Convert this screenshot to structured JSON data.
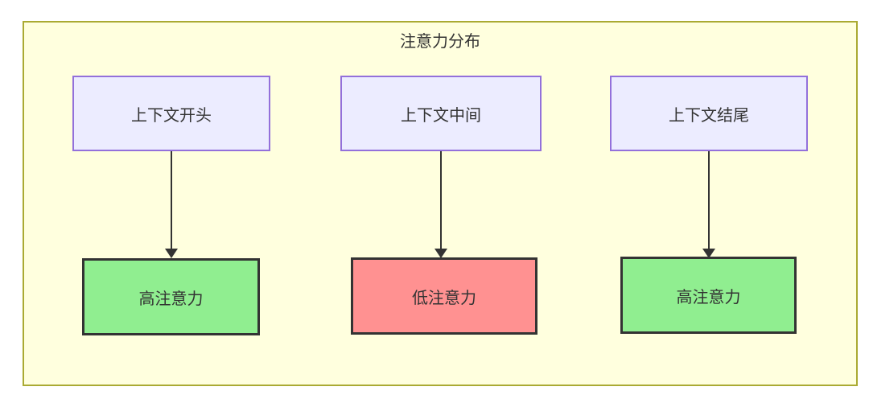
{
  "diagram": {
    "title": "注意力分布",
    "colors": {
      "canvas_bg": "#ffffff",
      "container_fill": "#ffffde",
      "container_stroke": "#aaaa33",
      "node_fill": "#ECECFF",
      "node_stroke": "#9370DB",
      "high_fill": "#90EE90",
      "low_fill": "#ff9191",
      "result_stroke": "#333333",
      "text": "#333333",
      "arrow": "#333333"
    },
    "columns": [
      {
        "source": "上下文开头",
        "result": "高注意力",
        "level": "high"
      },
      {
        "source": "上下文中间",
        "result": "低注意力",
        "level": "low"
      },
      {
        "source": "上下文结尾",
        "result": "高注意力",
        "level": "high"
      }
    ]
  }
}
